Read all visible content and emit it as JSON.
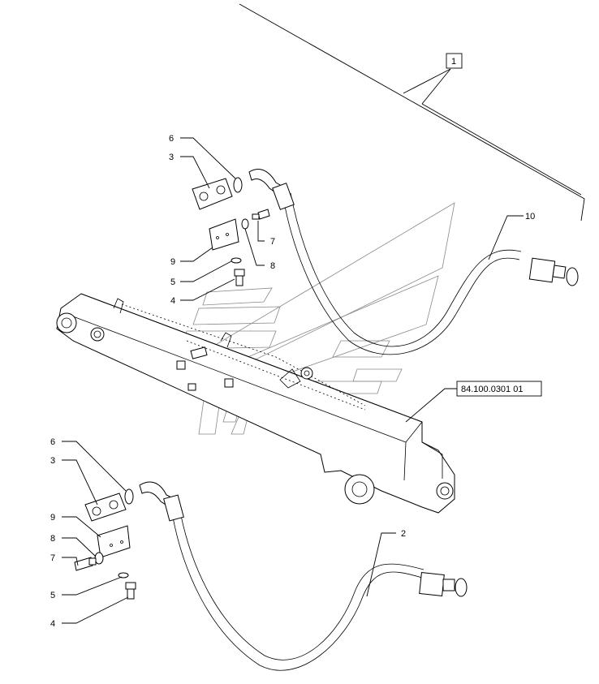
{
  "diagram": {
    "reference_box": "1",
    "catalog_ref": "84.100.0301 01",
    "callouts_upper": {
      "c6": "6",
      "c3": "3",
      "c9": "9",
      "c5": "5",
      "c4": "4",
      "c7": "7",
      "c8": "8",
      "c10": "10"
    },
    "callouts_lower": {
      "c6": "6",
      "c3": "3",
      "c9": "9",
      "c8": "8",
      "c7": "7",
      "c5": "5",
      "c4": "4",
      "c2": "2"
    }
  }
}
